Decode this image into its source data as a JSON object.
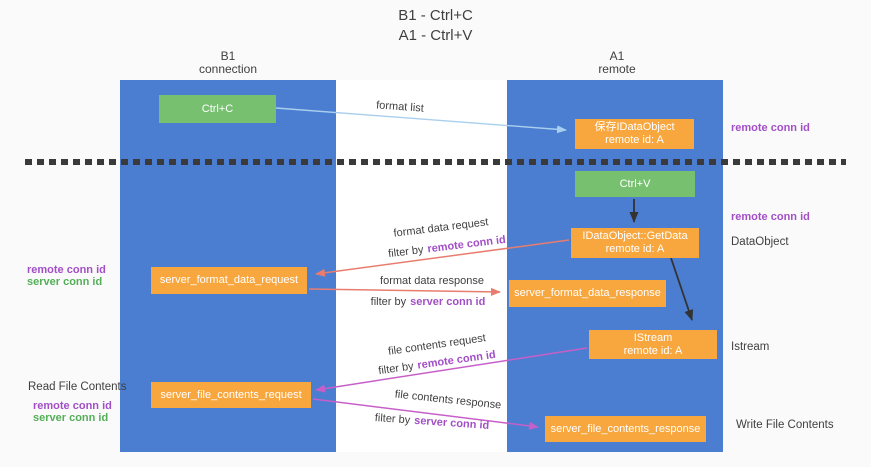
{
  "colors": {
    "column_blue": "#4b7ed0",
    "box_orange": "#f8a63e",
    "box_green": "#76c070",
    "arrow_light_blue": "#a9cfef",
    "arrow_salmon": "#e87d6f",
    "arrow_magenta": "#c75fc8",
    "text_purple": "#a34fc7",
    "text_green": "#53af57",
    "text_dark": "#3f3f3f"
  },
  "title": {
    "line1": "B1 - Ctrl+C",
    "line2": "A1 - Ctrl+V"
  },
  "columns": {
    "left": {
      "line1": "B1",
      "line2": "connection"
    },
    "right": {
      "line1": "A1",
      "line2": "remote"
    }
  },
  "boxes": {
    "ctrl_c": "Ctrl+C",
    "ctrl_v": "Ctrl+V",
    "save_dataobject": {
      "line1": "保存IDataObject",
      "line2": "remote id: A"
    },
    "getdata": {
      "line1": "IDataObject::GetData",
      "line2": "remote id: A"
    },
    "istream": {
      "line1": "IStream",
      "line2": "remote id: A"
    },
    "server_format_data_request": "server_format_data_request",
    "server_format_data_response": "server_format_data_response",
    "server_file_contents_request": "server_file_contents_request",
    "server_file_contents_response": "server_file_contents_response"
  },
  "side_labels": {
    "remote_conn_id_right_top": "remote conn id",
    "remote_conn_id_right_mid": "remote conn id",
    "dataobject": "DataObject",
    "istream": "Istream",
    "write_file_contents": "Write File Contents",
    "read_file_contents": "Read File Contents",
    "remote_conn_id_left_top": "remote conn id",
    "server_conn_id_left_top": "server conn id",
    "remote_conn_id_left_bottom": "remote conn id",
    "server_conn_id_left_bottom": "server conn id"
  },
  "flow_labels": {
    "format_list": "format list",
    "format_data_request": "format data request",
    "format_data_request_filter": {
      "prefix": "filter by",
      "id": "remote conn id"
    },
    "format_data_response": "format data response",
    "format_data_response_filter": {
      "prefix": "filter by",
      "id": "server conn id"
    },
    "file_contents_request": "file contents request",
    "file_contents_request_filter": {
      "prefix": "filter by",
      "id": "remote conn id"
    },
    "file_contents_response": "file contents response",
    "file_contents_response_filter": {
      "prefix": "filter by",
      "id": "server conn id"
    }
  }
}
